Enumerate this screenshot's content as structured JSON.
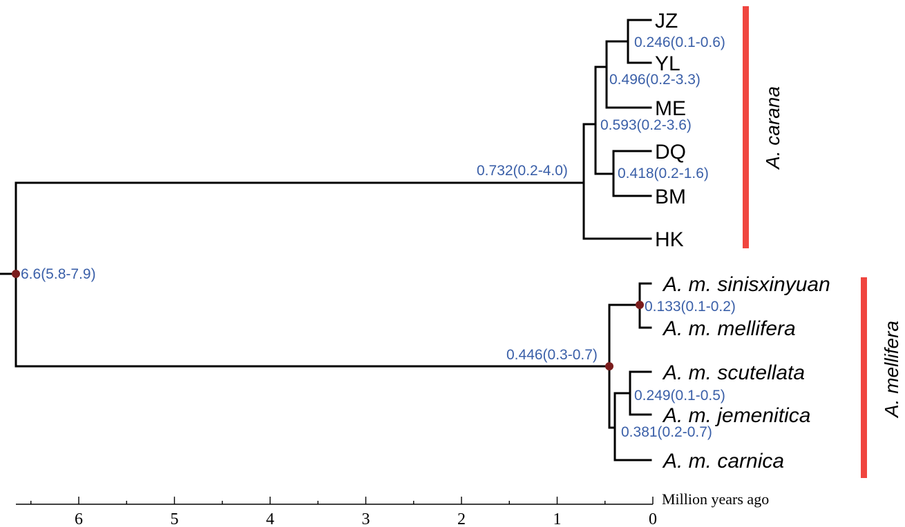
{
  "tips": {
    "jz": "JZ",
    "yl": "YL",
    "me": "ME",
    "dq": "DQ",
    "bm": "BM",
    "hk": "HK",
    "sinisxinyuan": "A. m. sinisxinyuan",
    "mellifera": "A. m. mellifera",
    "scutellata": "A. m. scutellata",
    "jemenitica": "A. m. jemenitica",
    "carnica": "A. m. carnica"
  },
  "node_labels": {
    "root": "6.6(5.8-7.9)",
    "carana_crown": "0.732(0.2-4.0)",
    "carana_inner": "0.593(0.2-3.6)",
    "jz_yl_me": "0.496(0.2-3.3)",
    "jz_yl": "0.246(0.1-0.6)",
    "dq_bm": "0.418(0.2-1.6)",
    "mellifera_crown": "0.446(0.3-0.7)",
    "sin_mel": "0.133(0.1-0.2)",
    "scut_jem_carn": "0.381(0.2-0.7)",
    "scut_jem": "0.249(0.1-0.5)"
  },
  "clades": {
    "carana": "A. carana",
    "mellifera": "A. mellifera"
  },
  "axis": {
    "title": "Million years ago",
    "tick_labels": [
      "6",
      "5",
      "4",
      "3",
      "2",
      "1",
      "0"
    ]
  },
  "colors": {
    "clade_bar": "#f0453f",
    "node_label": "#3a5fa8",
    "node_dot": "#7a1c1c"
  }
}
